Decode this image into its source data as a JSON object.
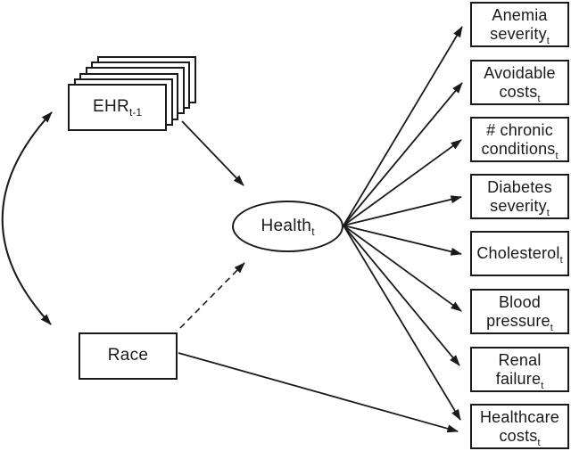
{
  "colors": {
    "background": "#ffffff",
    "line": "#1a1a1a",
    "box_fill": "#ffffff"
  },
  "nodes": {
    "ehr": {
      "label": "EHR",
      "subscript": "t-1"
    },
    "race": {
      "label": "Race"
    },
    "health": {
      "label": "Health",
      "subscript": "t"
    }
  },
  "outcomes": [
    {
      "label": "Anemia\nseverity",
      "subscript": "t"
    },
    {
      "label": "Avoidable\ncosts",
      "subscript": "t"
    },
    {
      "label": "# chronic\nconditions",
      "subscript": "t"
    },
    {
      "label": "Diabetes\nseverity",
      "subscript": "t"
    },
    {
      "label": "Cholesterol",
      "subscript": "t"
    },
    {
      "label": "Blood\npressure",
      "subscript": "t"
    },
    {
      "label": "Renal\nfailure",
      "subscript": "t"
    },
    {
      "label": "Healthcare\ncosts",
      "subscript": "t"
    }
  ],
  "edges": [
    {
      "from": "EHR (t-1)",
      "to": "Race",
      "type": "bidirectional",
      "style": "solid-curved"
    },
    {
      "from": "EHR (t-1)",
      "to": "Health (t)",
      "type": "directed",
      "style": "solid"
    },
    {
      "from": "Race",
      "to": "Health (t)",
      "type": "directed",
      "style": "dashed"
    },
    {
      "from": "Race",
      "to": "Healthcare costs (t)",
      "type": "directed",
      "style": "solid"
    },
    {
      "from": "Health (t)",
      "to": "Anemia severity (t)",
      "type": "directed",
      "style": "solid"
    },
    {
      "from": "Health (t)",
      "to": "Avoidable costs (t)",
      "type": "directed",
      "style": "solid"
    },
    {
      "from": "Health (t)",
      "to": "# chronic conditions (t)",
      "type": "directed",
      "style": "solid"
    },
    {
      "from": "Health (t)",
      "to": "Diabetes severity (t)",
      "type": "directed",
      "style": "solid"
    },
    {
      "from": "Health (t)",
      "to": "Cholesterol (t)",
      "type": "directed",
      "style": "solid"
    },
    {
      "from": "Health (t)",
      "to": "Blood pressure (t)",
      "type": "directed",
      "style": "solid"
    },
    {
      "from": "Health (t)",
      "to": "Renal failure (t)",
      "type": "directed",
      "style": "solid"
    },
    {
      "from": "Health (t)",
      "to": "Healthcare costs (t)",
      "type": "directed",
      "style": "solid"
    }
  ]
}
